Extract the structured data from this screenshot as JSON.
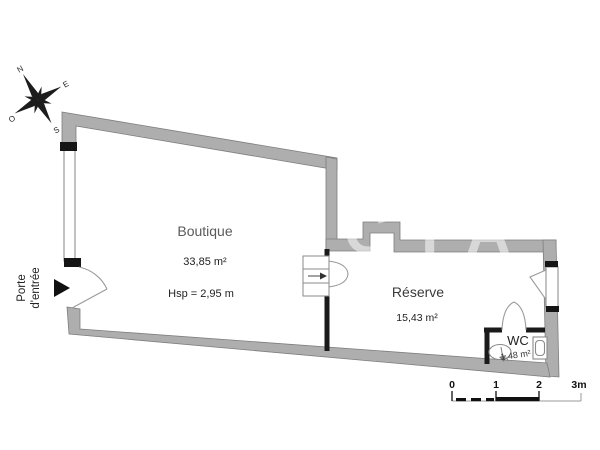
{
  "plan": {
    "compass": {
      "north": "N",
      "east": "E",
      "south": "S",
      "west": "O"
    },
    "entrance": {
      "line1": "Porte",
      "line2": "d'entrée"
    },
    "rooms": {
      "boutique": {
        "name": "Boutique",
        "area": "33,85 m²",
        "height_note": "Hsp = 2,95 m"
      },
      "reserve": {
        "name": "Réserve",
        "area": "15,43 m²"
      },
      "wc": {
        "name": "WC",
        "area": "1,48 m²"
      }
    },
    "scale": {
      "labels": [
        "0",
        "1",
        "2",
        "3m"
      ]
    },
    "watermark": "NCTA",
    "colors": {
      "wall_fill": "#aeaeae",
      "wall_stroke": "#7e7e7e",
      "partition": "#1a1a1a",
      "symbol_stroke": "#9a9a9a",
      "fixture_stroke": "#8a8a8a"
    }
  }
}
